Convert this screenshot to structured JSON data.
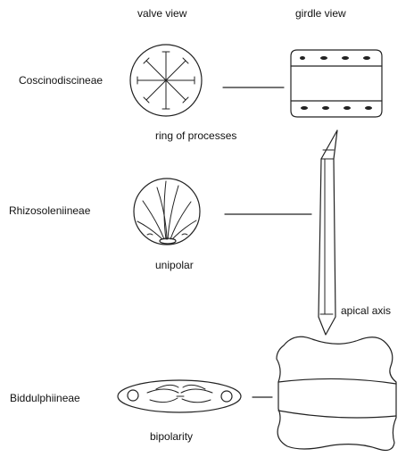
{
  "headers": {
    "valve_view": "valve view",
    "girdle_view": "girdle view"
  },
  "groups": [
    {
      "name": "Coscinodiscineae",
      "feature": "ring of processes"
    },
    {
      "name": "Rhizosoleniineae",
      "feature": "unipolar"
    },
    {
      "name": "Biddulphiineae",
      "feature": "bipolarity"
    }
  ],
  "annotations": {
    "apical_axis": "apical axis"
  }
}
